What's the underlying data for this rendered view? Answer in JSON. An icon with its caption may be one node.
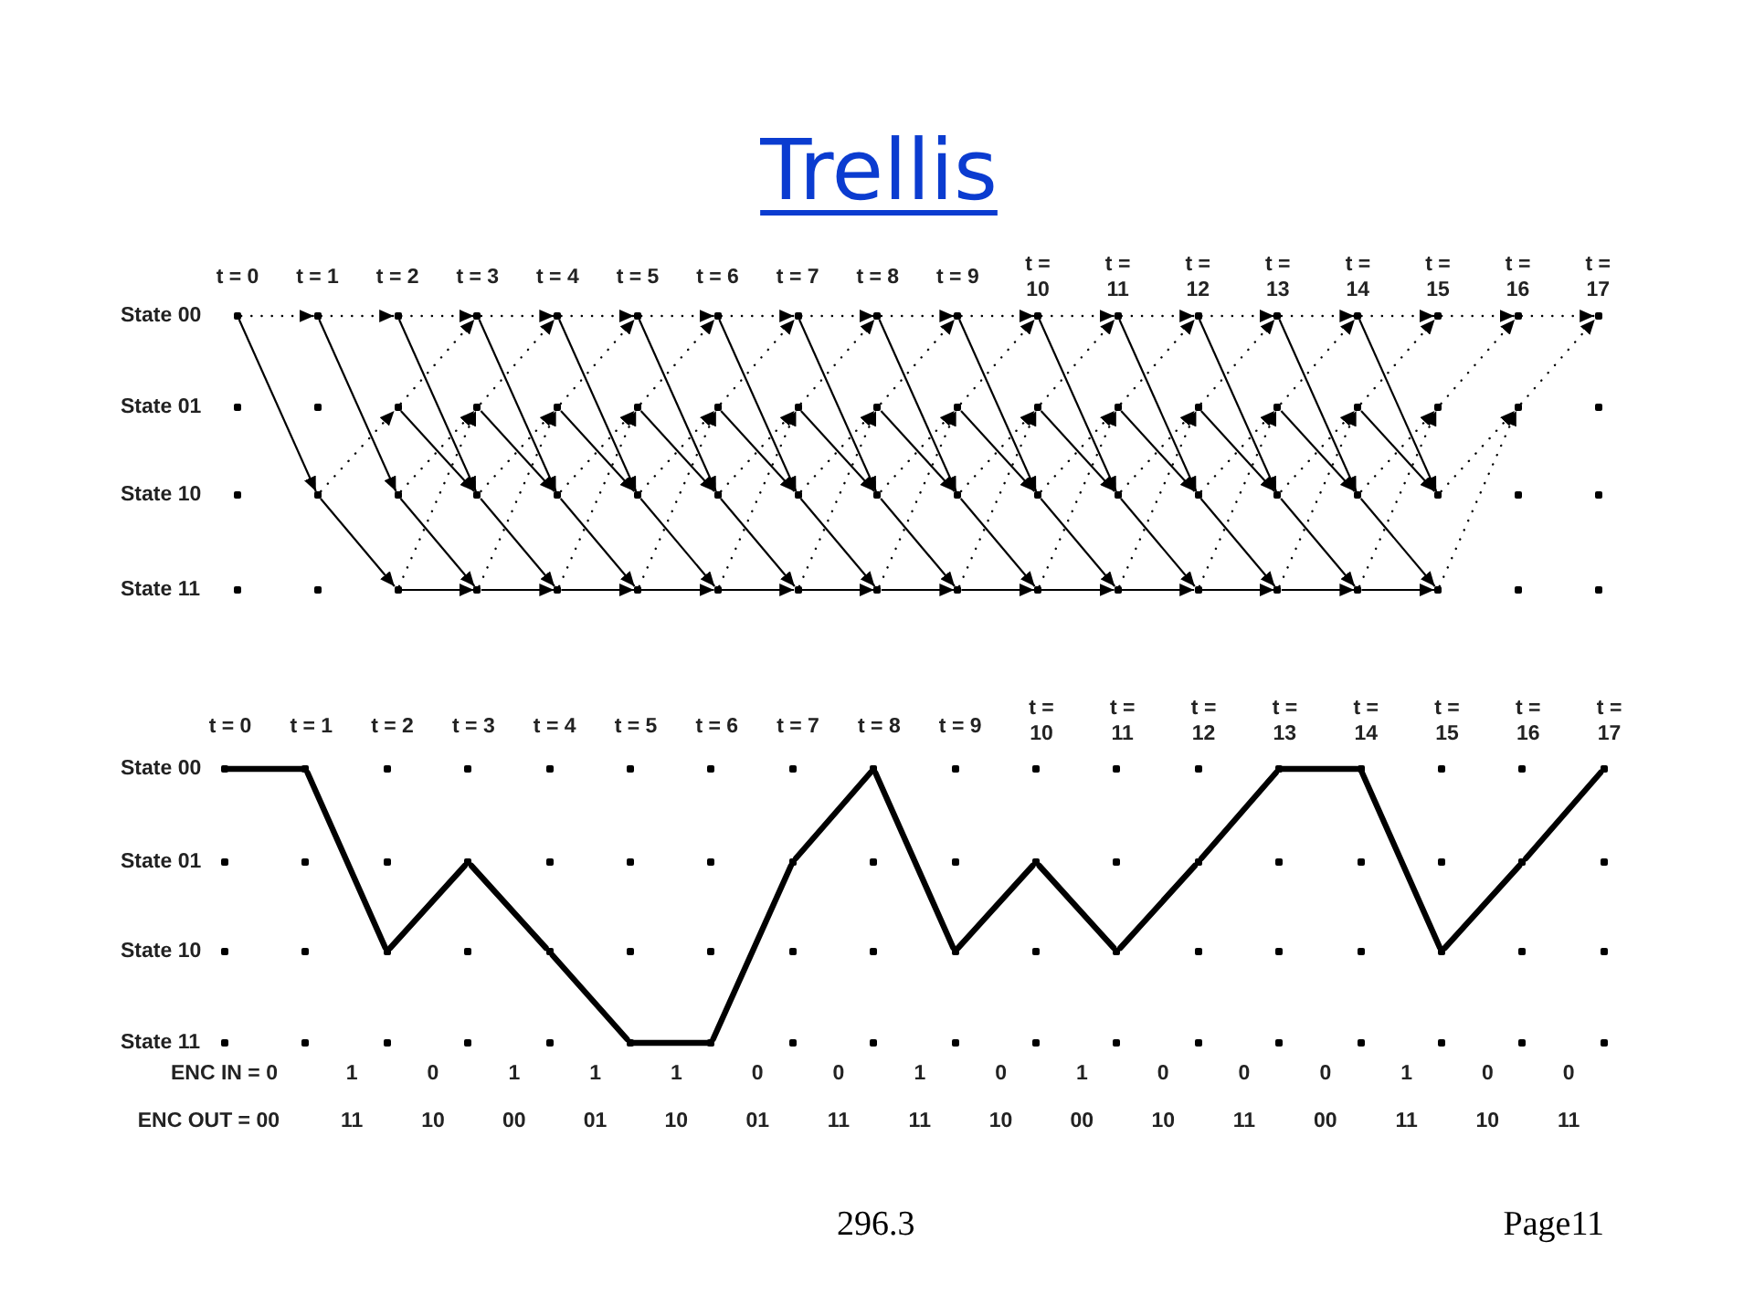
{
  "diagram": {
    "title": "Trellis",
    "nodes": [
      {
        "text": [],
        "shape": "dot"
      },
      {
        "text": [],
        "shape": "dot"
      },
      {
        "text": [],
        "shape": "dot"
      },
      {
        "text": [],
        "shape": "dot"
      },
      {
        "text": [],
        "shape": "dot"
      },
      {
        "text": [],
        "shape": "dot"
      },
      {
        "text": [],
        "shape": "dot"
      },
      {
        "text": [],
        "shape": "dot"
      },
      {
        "text": [],
        "shape": "dot"
      },
      {
        "text": [],
        "shape": "dot"
      },
      {
        "text": [],
        "shape": "dot"
      },
      {
        "text": [],
        "shape": "dot"
      },
      {
        "text": [],
        "shape": "dot"
      },
      {
        "text": [],
        "shape": "dot"
      },
      {
        "text": [],
        "shape": "dot"
      },
      {
        "text": [],
        "shape": "dot"
      },
      {
        "text": [],
        "shape": "dot"
      },
      {
        "text": [],
        "shape": "dot"
      },
      {
        "text": [],
        "shape": "dot"
      },
      {
        "text": [],
        "shape": "dot"
      },
      {
        "text": [],
        "shape": "dot"
      },
      {
        "text": [],
        "shape": "dot"
      },
      {
        "text": [],
        "shape": "dot"
      },
      {
        "text": [],
        "shape": "dot"
      },
      {
        "text": [],
        "shape": "dot"
      },
      {
        "text": [],
        "shape": "dot"
      },
      {
        "text": [],
        "shape": "dot"
      },
      {
        "text": [],
        "shape": "dot"
      },
      {
        "text": [],
        "shape": "dot"
      },
      {
        "text": [],
        "shape": "dot"
      },
      {
        "text": [],
        "shape": "dot"
      },
      {
        "text": [],
        "shape": "dot"
      },
      {
        "text": [],
        "shape": "dot"
      },
      {
        "text": [],
        "shape": "dot"
      },
      {
        "text": [],
        "shape": "dot"
      },
      {
        "text": [],
        "shape": "dot"
      },
      {
        "text": [],
        "shape": "dot"
      },
      {
        "text": [],
        "shape": "dot"
      },
      {
        "text": [],
        "shape": "dot"
      },
      {
        "text": [],
        "shape": "dot"
      },
      {
        "text": [],
        "shape": "dot"
      },
      {
        "text": [],
        "shape": "dot"
      },
      {
        "text": [],
        "shape": "dot"
      },
      {
        "text": [],
        "shape": "dot"
      },
      {
        "text": [],
        "shape": "dot"
      },
      {
        "text": [],
        "shape": "dot"
      },
      {
        "text": [],
        "shape": "dot"
      },
      {
        "text": [],
        "shape": "dot"
      },
      {
        "text": [],
        "shape": "dot"
      },
      {
        "text": [],
        "shape": "dot"
      },
      {
        "text": [],
        "shape": "dot"
      },
      {
        "text": [],
        "shape": "dot"
      },
      {
        "text": [],
        "shape": "dot"
      },
      {
        "text": [],
        "shape": "dot"
      },
      {
        "text": [],
        "shape": "dot"
      },
      {
        "text": [],
        "shape": "dot"
      },
      {
        "text": [],
        "shape": "dot"
      },
      {
        "text": [],
        "shape": "dot"
      },
      {
        "text": [],
        "shape": "dot"
      },
      {
        "text": [],
        "shape": "dot"
      },
      {
        "text": [],
        "shape": "dot"
      },
      {
        "text": [],
        "shape": "dot"
      },
      {
        "text": [],
        "shape": "dot"
      },
      {
        "text": [],
        "shape": "dot"
      },
      {
        "text": [],
        "shape": "dot"
      },
      {
        "text": [],
        "shape": "dot"
      },
      {
        "text": [],
        "shape": "dot"
      },
      {
        "text": [],
        "shape": "dot"
      },
      {
        "text": [],
        "shape": "dot"
      },
      {
        "text": [],
        "shape": "dot"
      },
      {
        "text": [],
        "shape": "dot"
      },
      {
        "text": [],
        "shape": "dot"
      },
      {
        "text": [],
        "shape": "dot"
      },
      {
        "text": [],
        "shape": "dot"
      },
      {
        "text": [],
        "shape": "dot"
      },
      {
        "text": [],
        "shape": "dot"
      },
      {
        "text": [],
        "shape": "dot"
      },
      {
        "text": [],
        "shape": "dot"
      },
      {
        "text": [],
        "shape": "dot"
      },
      {
        "text": [],
        "shape": "dot"
      },
      {
        "text": [],
        "shape": "dot"
      },
      {
        "text": [],
        "shape": "dot"
      },
      {
        "text": [],
        "shape": "dot"
      },
      {
        "text": [],
        "shape": "dot"
      },
      {
        "text": [],
        "shape": "dot"
      },
      {
        "text": [],
        "shape": "dot"
      },
      {
        "text": [],
        "shape": "dot"
      },
      {
        "text": [],
        "shape": "dot"
      },
      {
        "text": [],
        "shape": "dot"
      },
      {
        "text": [],
        "shape": "dot"
      },
      {
        "text": [],
        "shape": "dot"
      },
      {
        "text": [],
        "shape": "dot"
      },
      {
        "text": [],
        "shape": "dot"
      },
      {
        "text": [],
        "shape": "dot"
      },
      {
        "text": [],
        "shape": "dot"
      },
      {
        "text": [],
        "shape": "dot"
      },
      {
        "text": [],
        "shape": "dot"
      },
      {
        "text": [],
        "shape": "dot"
      },
      {
        "text": [],
        "shape": "dot"
      },
      {
        "text": [],
        "shape": "dot"
      },
      {
        "text": [],
        "shape": "dot"
      },
      {
        "text": [],
        "shape": "dot"
      },
      {
        "text": [],
        "shape": "dot"
      },
      {
        "text": [],
        "shape": "dot"
      },
      {
        "text": [],
        "shape": "dot"
      },
      {
        "text": [],
        "shape": "dot"
      },
      {
        "text": [],
        "shape": "dot"
      },
      {
        "text": [],
        "shape": "dot"
      },
      {
        "text": [],
        "shape": "dot"
      },
      {
        "text": [],
        "shape": "dot"
      },
      {
        "text": [],
        "shape": "dot"
      },
      {
        "text": [],
        "shape": "dot"
      },
      {
        "text": [],
        "shape": "dot"
      },
      {
        "text": [],
        "shape": "dot"
      },
      {
        "text": [],
        "shape": "dot"
      },
      {
        "text": [],
        "shape": "dot"
      },
      {
        "text": [],
        "shape": "dot"
      },
      {
        "text": [],
        "shape": "dot"
      },
      {
        "text": [],
        "shape": "dot"
      },
      {
        "text": [],
        "shape": "dot"
      },
      {
        "text": [],
        "shape": "dot"
      },
      {
        "text": [],
        "shape": "dot"
      },
      {
        "text": [],
        "shape": "dot"
      },
      {
        "text": [],
        "shape": "dot"
      },
      {
        "text": [],
        "shape": "dot"
      },
      {
        "text": [],
        "shape": "dot"
      },
      {
        "text": [],
        "shape": "dot"
      },
      {
        "text": [],
        "shape": "dot"
      },
      {
        "text": [],
        "shape": "dot"
      },
      {
        "text": [],
        "shape": "dot"
      },
      {
        "text": [],
        "shape": "dot"
      },
      {
        "text": [],
        "shape": "dot"
      },
      {
        "text": [],
        "shape": "dot"
      },
      {
        "text": [],
        "shape": "dot"
      },
      {
        "text": [],
        "shape": "dot"
      },
      {
        "text": [],
        "shape": "dot"
      },
      {
        "text": [],
        "shape": "dot"
      },
      {
        "text": [],
        "shape": "dot"
      },
      {
        "text": [],
        "shape": "dot"
      },
      {
        "text": [],
        "shape": "dot"
      },
      {
        "text": [],
        "shape": "dot"
      },
      {
        "text": [],
        "shape": "dot"
      },
      {
        "text": [],
        "shape": "dot"
      },
      {
        "text": [],
        "shape": "dot"
      }
    ],
    "edges": [
      {
        "from": 0,
        "to": 1,
        "arrow": "to",
        "style": "dashed"
      },
      {
        "from": 0,
        "to": 37,
        "arrow": "to"
      },
      {
        "from": 1,
        "to": 2,
        "arrow": "to",
        "style": "dashed"
      },
      {
        "from": 1,
        "to": 38,
        "arrow": "to"
      },
      {
        "from": 37,
        "to": 20,
        "arrow": "to",
        "style": "dashed"
      },
      {
        "from": 37,
        "to": 56,
        "arrow": "to"
      },
      {
        "from": 2,
        "to": 3,
        "arrow": "to",
        "style": "dashed"
      },
      {
        "from": 2,
        "to": 39,
        "arrow": "to"
      },
      {
        "from": 20,
        "to": 3,
        "arrow": "to",
        "style": "dashed"
      },
      {
        "from": 20,
        "to": 39,
        "arrow": "to"
      },
      {
        "from": 38,
        "to": 21,
        "arrow": "to",
        "style": "dashed"
      },
      {
        "from": 38,
        "to": 57,
        "arrow": "to"
      },
      {
        "from": 56,
        "to": 21,
        "arrow": "to",
        "style": "dashed"
      },
      {
        "from": 56,
        "to": 57,
        "arrow": "to"
      },
      {
        "from": 3,
        "to": 4,
        "arrow": "to",
        "style": "dashed"
      },
      {
        "from": 3,
        "to": 40,
        "arrow": "to"
      },
      {
        "from": 21,
        "to": 4,
        "arrow": "to",
        "style": "dashed"
      },
      {
        "from": 21,
        "to": 40,
        "arrow": "to"
      },
      {
        "from": 39,
        "to": 22,
        "arrow": "to",
        "style": "dashed"
      },
      {
        "from": 39,
        "to": 58,
        "arrow": "to"
      },
      {
        "from": 57,
        "to": 22,
        "arrow": "to",
        "style": "dashed"
      },
      {
        "from": 57,
        "to": 58,
        "arrow": "to"
      },
      {
        "from": 4,
        "to": 5,
        "arrow": "to",
        "style": "dashed"
      },
      {
        "from": 4,
        "to": 41,
        "arrow": "to"
      },
      {
        "from": 22,
        "to": 5,
        "arrow": "to",
        "style": "dashed"
      },
      {
        "from": 22,
        "to": 41,
        "arrow": "to"
      },
      {
        "from": 40,
        "to": 23,
        "arrow": "to",
        "style": "dashed"
      },
      {
        "from": 40,
        "to": 59,
        "arrow": "to"
      },
      {
        "from": 58,
        "to": 23,
        "arrow": "to",
        "style": "dashed"
      },
      {
        "from": 58,
        "to": 59,
        "arrow": "to"
      },
      {
        "from": 5,
        "to": 6,
        "arrow": "to",
        "style": "dashed"
      },
      {
        "from": 5,
        "to": 42,
        "arrow": "to"
      },
      {
        "from": 23,
        "to": 6,
        "arrow": "to",
        "style": "dashed"
      },
      {
        "from": 23,
        "to": 42,
        "arrow": "to"
      },
      {
        "from": 41,
        "to": 24,
        "arrow": "to",
        "style": "dashed"
      },
      {
        "from": 41,
        "to": 60,
        "arrow": "to"
      },
      {
        "from": 59,
        "to": 24,
        "arrow": "to",
        "style": "dashed"
      },
      {
        "from": 59,
        "to": 60,
        "arrow": "to"
      },
      {
        "from": 6,
        "to": 7,
        "arrow": "to",
        "style": "dashed"
      },
      {
        "from": 6,
        "to": 43,
        "arrow": "to"
      },
      {
        "from": 24,
        "to": 7,
        "arrow": "to",
        "style": "dashed"
      },
      {
        "from": 24,
        "to": 43,
        "arrow": "to"
      },
      {
        "from": 42,
        "to": 25,
        "arrow": "to",
        "style": "dashed"
      },
      {
        "from": 42,
        "to": 61,
        "arrow": "to"
      },
      {
        "from": 60,
        "to": 25,
        "arrow": "to",
        "style": "dashed"
      },
      {
        "from": 60,
        "to": 61,
        "arrow": "to"
      },
      {
        "from": 7,
        "to": 8,
        "arrow": "to",
        "style": "dashed"
      },
      {
        "from": 7,
        "to": 44,
        "arrow": "to"
      },
      {
        "from": 25,
        "to": 8,
        "arrow": "to",
        "style": "dashed"
      },
      {
        "from": 25,
        "to": 44,
        "arrow": "to"
      },
      {
        "from": 43,
        "to": 26,
        "arrow": "to",
        "style": "dashed"
      },
      {
        "from": 43,
        "to": 62,
        "arrow": "to"
      },
      {
        "from": 61,
        "to": 26,
        "arrow": "to",
        "style": "dashed"
      },
      {
        "from": 61,
        "to": 62,
        "arrow": "to"
      },
      {
        "from": 8,
        "to": 9,
        "arrow": "to",
        "style": "dashed"
      },
      {
        "from": 8,
        "to": 45,
        "arrow": "to"
      },
      {
        "from": 26,
        "to": 9,
        "arrow": "to",
        "style": "dashed"
      },
      {
        "from": 26,
        "to": 45,
        "arrow": "to"
      },
      {
        "from": 44,
        "to": 27,
        "arrow": "to",
        "style": "dashed"
      },
      {
        "from": 44,
        "to": 63,
        "arrow": "to"
      },
      {
        "from": 62,
        "to": 27,
        "arrow": "to",
        "style": "dashed"
      },
      {
        "from": 62,
        "to": 63,
        "arrow": "to"
      },
      {
        "from": 9,
        "to": 10,
        "arrow": "to",
        "style": "dashed"
      },
      {
        "from": 9,
        "to": 46,
        "arrow": "to"
      },
      {
        "from": 27,
        "to": 10,
        "arrow": "to",
        "style": "dashed"
      },
      {
        "from": 27,
        "to": 46,
        "arrow": "to"
      },
      {
        "from": 45,
        "to": 28,
        "arrow": "to",
        "style": "dashed"
      },
      {
        "from": 45,
        "to": 64,
        "arrow": "to"
      },
      {
        "from": 63,
        "to": 28,
        "arrow": "to",
        "style": "dashed"
      },
      {
        "from": 63,
        "to": 64,
        "arrow": "to"
      },
      {
        "from": 10,
        "to": 11,
        "arrow": "to",
        "style": "dashed"
      },
      {
        "from": 10,
        "to": 47,
        "arrow": "to"
      },
      {
        "from": 28,
        "to": 11,
        "arrow": "to",
        "style": "dashed"
      },
      {
        "from": 28,
        "to": 47,
        "arrow": "to"
      },
      {
        "from": 46,
        "to": 29,
        "arrow": "to",
        "style": "dashed"
      },
      {
        "from": 46,
        "to": 65,
        "arrow": "to"
      },
      {
        "from": 64,
        "to": 29,
        "arrow": "to",
        "style": "dashed"
      },
      {
        "from": 64,
        "to": 65,
        "arrow": "to"
      },
      {
        "from": 11,
        "to": 12,
        "arrow": "to",
        "style": "dashed"
      },
      {
        "from": 11,
        "to": 48,
        "arrow": "to"
      },
      {
        "from": 29,
        "to": 12,
        "arrow": "to",
        "style": "dashed"
      },
      {
        "from": 29,
        "to": 48,
        "arrow": "to"
      },
      {
        "from": 47,
        "to": 30,
        "arrow": "to",
        "style": "dashed"
      },
      {
        "from": 47,
        "to": 66,
        "arrow": "to"
      },
      {
        "from": 65,
        "to": 30,
        "arrow": "to",
        "style": "dashed"
      },
      {
        "from": 65,
        "to": 66,
        "arrow": "to"
      },
      {
        "from": 12,
        "to": 13,
        "arrow": "to",
        "style": "dashed"
      },
      {
        "from": 12,
        "to": 49,
        "arrow": "to"
      },
      {
        "from": 30,
        "to": 13,
        "arrow": "to",
        "style": "dashed"
      },
      {
        "from": 30,
        "to": 49,
        "arrow": "to"
      },
      {
        "from": 48,
        "to": 31,
        "arrow": "to",
        "style": "dashed"
      },
      {
        "from": 48,
        "to": 67,
        "arrow": "to"
      },
      {
        "from": 66,
        "to": 31,
        "arrow": "to",
        "style": "dashed"
      },
      {
        "from": 66,
        "to": 67,
        "arrow": "to"
      },
      {
        "from": 13,
        "to": 14,
        "arrow": "to",
        "style": "dashed"
      },
      {
        "from": 13,
        "to": 50,
        "arrow": "to"
      },
      {
        "from": 31,
        "to": 14,
        "arrow": "to",
        "style": "dashed"
      },
      {
        "from": 31,
        "to": 50,
        "arrow": "to"
      },
      {
        "from": 49,
        "to": 32,
        "arrow": "to",
        "style": "dashed"
      },
      {
        "from": 49,
        "to": 68,
        "arrow": "to"
      },
      {
        "from": 67,
        "to": 32,
        "arrow": "to",
        "style": "dashed"
      },
      {
        "from": 67,
        "to": 68,
        "arrow": "to"
      },
      {
        "from": 14,
        "to": 15,
        "arrow": "to",
        "style": "dashed"
      },
      {
        "from": 14,
        "to": 51,
        "arrow": "to"
      },
      {
        "from": 32,
        "to": 15,
        "arrow": "to",
        "style": "dashed"
      },
      {
        "from": 32,
        "to": 51,
        "arrow": "to"
      },
      {
        "from": 50,
        "to": 33,
        "arrow": "to",
        "style": "dashed"
      },
      {
        "from": 50,
        "to": 69,
        "arrow": "to"
      },
      {
        "from": 68,
        "to": 33,
        "arrow": "to",
        "style": "dashed"
      },
      {
        "from": 68,
        "to": 69,
        "arrow": "to"
      },
      {
        "from": 15,
        "to": 16,
        "arrow": "to",
        "style": "dashed"
      },
      {
        "from": 33,
        "to": 16,
        "arrow": "to",
        "style": "dashed"
      },
      {
        "from": 51,
        "to": 34,
        "arrow": "to",
        "style": "dashed"
      },
      {
        "from": 69,
        "to": 34,
        "arrow": "to",
        "style": "dashed"
      },
      {
        "from": 16,
        "to": 17,
        "arrow": "to",
        "style": "dashed"
      },
      {
        "from": 34,
        "to": 17,
        "arrow": "to",
        "style": "dashed"
      },
      {
        "from": 72,
        "to": 73,
        "arrow": "none",
        "style": "thick"
      },
      {
        "from": 73,
        "to": 110,
        "arrow": "none",
        "style": "thick"
      },
      {
        "from": 110,
        "to": 93,
        "arrow": "none",
        "style": "thick"
      },
      {
        "from": 93,
        "to": 112,
        "arrow": "none",
        "style": "thick"
      },
      {
        "from": 112,
        "to": 131,
        "arrow": "none",
        "style": "thick"
      },
      {
        "from": 131,
        "to": 132,
        "arrow": "none",
        "style": "thick"
      },
      {
        "from": 132,
        "to": 97,
        "arrow": "none",
        "style": "thick"
      },
      {
        "from": 97,
        "to": 80,
        "arrow": "none",
        "style": "thick"
      },
      {
        "from": 80,
        "to": 117,
        "arrow": "none",
        "style": "thick"
      },
      {
        "from": 117,
        "to": 100,
        "arrow": "none",
        "style": "thick"
      },
      {
        "from": 100,
        "to": 119,
        "arrow": "none",
        "style": "thick"
      },
      {
        "from": 119,
        "to": 102,
        "arrow": "none",
        "style": "thick"
      },
      {
        "from": 102,
        "to": 85,
        "arrow": "none",
        "style": "thick"
      },
      {
        "from": 85,
        "to": 86,
        "arrow": "none",
        "style": "thick"
      },
      {
        "from": 86,
        "to": 123,
        "arrow": "none",
        "style": "thick"
      },
      {
        "from": 123,
        "to": 106,
        "arrow": "none",
        "style": "thick"
      },
      {
        "from": 106,
        "to": 89,
        "arrow": "none",
        "style": "thick"
      }
    ],
    "labels": [
      "t = 0",
      "t = 1",
      "t = 2",
      "t = 3",
      "t = 4",
      "t = 5",
      "t = 6",
      "t = 7",
      "t = 8",
      "t = 9",
      "t = 10",
      "t = 11",
      "t = 12",
      "t = 13",
      "t = 14",
      "t = 15",
      "t = 16",
      "t = 17",
      "State 00",
      "State 01",
      "State 10",
      "State 11",
      "t = 0",
      "t = 1",
      "t = 2",
      "t = 3",
      "t = 4",
      "t = 5",
      "t = 6",
      "t = 7",
      "t = 8",
      "t = 9",
      "t = 10",
      "t = 11",
      "t = 12",
      "t = 13",
      "t = 14",
      "t = 15",
      "t = 16",
      "t = 17",
      "State 00",
      "State 01",
      "State 10",
      "State 11",
      "ENC IN = 0",
      "1",
      "0",
      "1",
      "1",
      "1",
      "0",
      "0",
      "1",
      "0",
      "1",
      "0",
      "0",
      "0",
      "1",
      "0",
      "0",
      "ENC OUT = 00",
      "11",
      "10",
      "00",
      "01",
      "10",
      "01",
      "11",
      "11",
      "10",
      "00",
      "10",
      "11",
      "00",
      "11",
      "10",
      "11",
      "296.3",
      "Page11"
    ]
  }
}
